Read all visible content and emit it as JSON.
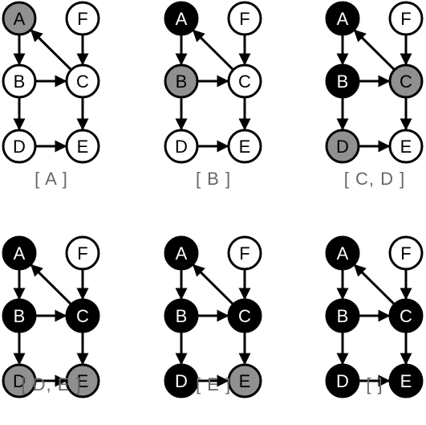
{
  "colors": {
    "unvisited": "#ffffff",
    "frontier": "#909090",
    "visited": "#000000",
    "stroke": "#000000",
    "caption": "#666666"
  },
  "edges": [
    [
      "A",
      "B"
    ],
    [
      "B",
      "C"
    ],
    [
      "C",
      "A"
    ],
    [
      "F",
      "C"
    ],
    [
      "B",
      "D"
    ],
    [
      "C",
      "E"
    ],
    [
      "D",
      "E"
    ]
  ],
  "panels": [
    {
      "caption": "[ A ]",
      "states": {
        "A": "frontier",
        "B": "unvisited",
        "C": "unvisited",
        "D": "unvisited",
        "E": "unvisited",
        "F": "unvisited"
      }
    },
    {
      "caption": "[ B ]",
      "states": {
        "A": "visited",
        "B": "frontier",
        "C": "unvisited",
        "D": "unvisited",
        "E": "unvisited",
        "F": "unvisited"
      }
    },
    {
      "caption": "[ C, D ]",
      "states": {
        "A": "visited",
        "B": "visited",
        "C": "frontier",
        "D": "frontier",
        "E": "unvisited",
        "F": "unvisited"
      }
    },
    {
      "caption": "[ D, E ]",
      "states": {
        "A": "visited",
        "B": "visited",
        "C": "visited",
        "D": "frontier",
        "E": "frontier",
        "F": "unvisited"
      }
    },
    {
      "caption": "[ E ]",
      "states": {
        "A": "visited",
        "B": "visited",
        "C": "visited",
        "D": "visited",
        "E": "frontier",
        "F": "unvisited"
      }
    },
    {
      "caption": "[ ]",
      "states": {
        "A": "visited",
        "B": "visited",
        "C": "visited",
        "D": "visited",
        "E": "visited",
        "F": "unvisited"
      }
    }
  ]
}
